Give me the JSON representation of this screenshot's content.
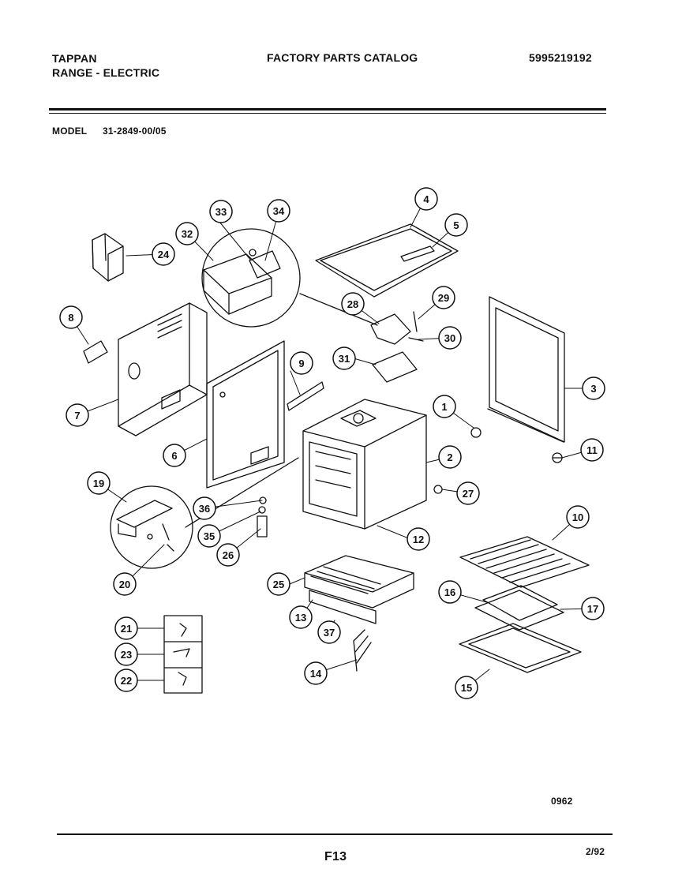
{
  "header": {
    "brand": "TAPPAN",
    "product": "RANGE - ELECTRIC",
    "catalog_title": "FACTORY PARTS CATALOG",
    "catalog_number": "5995219192",
    "model_label": "MODEL",
    "model_number": "31-2849-00/05"
  },
  "footer": {
    "drawing_code": "0962",
    "page": "F13",
    "date": "2/92"
  },
  "callouts": [
    "1",
    "2",
    "3",
    "4",
    "5",
    "6",
    "7",
    "8",
    "9",
    "10",
    "11",
    "12",
    "13",
    "14",
    "15",
    "16",
    "17",
    "19",
    "20",
    "21",
    "22",
    "23",
    "24",
    "25",
    "26",
    "27",
    "28",
    "29",
    "30",
    "31",
    "32",
    "33",
    "34",
    "35",
    "36",
    "37"
  ]
}
